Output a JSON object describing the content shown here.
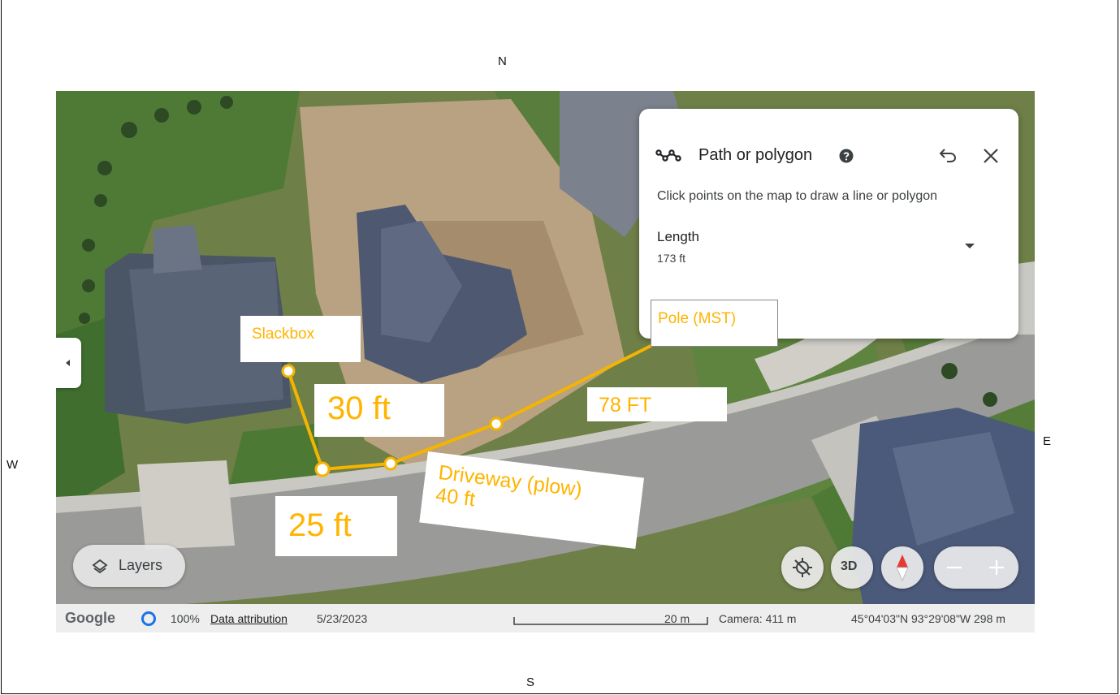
{
  "compass": {
    "north": "N",
    "south": "S",
    "east": "E",
    "west": "W"
  },
  "panel": {
    "title": "Path or polygon",
    "description": "Click points on the map to draw a line or polygon",
    "length_label": "Length",
    "length_value": "173 ft",
    "pole_label": "Pole (MST)"
  },
  "annotations": {
    "slackbox": "Slackbox",
    "seg_30": "30 ft",
    "seg_78": "78 FT",
    "seg_25": "25 ft",
    "driveway_line1": "Driveway (plow)",
    "driveway_line2": "40 ft"
  },
  "controls": {
    "layers": "Layers",
    "three_d": "3D"
  },
  "statusbar": {
    "brand": "Google",
    "zoom": "100%",
    "attribution": "Data attribution",
    "date": "5/23/2023",
    "scale": "20 m",
    "camera": "Camera: 411 m",
    "coordinates": "45°04'03\"N 93°29'08\"W  298 m"
  },
  "colors": {
    "accent_path": "#f4b400",
    "annotation_text": "#ffb400"
  }
}
